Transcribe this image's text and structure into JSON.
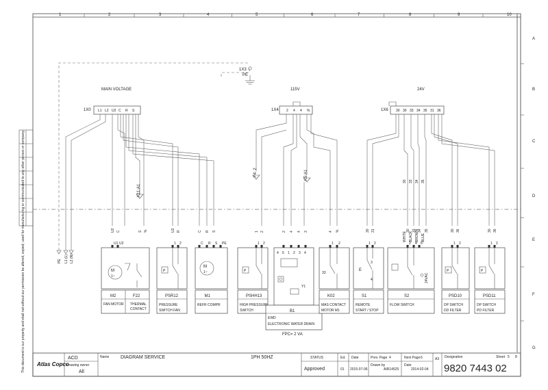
{
  "sheet": {
    "columns": [
      "1",
      "2",
      "3",
      "4",
      "5",
      "6",
      "7",
      "8",
      "9",
      "10"
    ],
    "rows": [
      "A",
      "B",
      "C",
      "D",
      "E",
      "F",
      "G"
    ]
  },
  "sections": {
    "main_voltage": "MAIN VOLTAGE",
    "v115": "115V",
    "v24": "24V"
  },
  "connectors": {
    "x0": {
      "name": "1X0",
      "pins": [
        "L1",
        "L2",
        "U2",
        "C",
        "R",
        "S"
      ]
    },
    "x4": {
      "name": "1X4",
      "pins": [
        "2",
        "4",
        "4",
        "%"
      ]
    },
    "x6": {
      "name": "1X6",
      "pins": [
        "30",
        "30",
        "33",
        "34",
        "35",
        "31",
        "36"
      ]
    },
    "x3": {
      "name": "1X3",
      "sub": "PE"
    }
  },
  "wire_refs": {
    "k11a1": "K11:A1",
    "f42": "F4: 2",
    "k5a1": "K5:A1",
    "flow_pins": [
      "30",
      "33",
      "34",
      "35"
    ]
  },
  "supply_labels": [
    "PE",
    "L1 (L)",
    "L2 (N)"
  ],
  "components": [
    {
      "id": "M2",
      "desc": "FAN MOTOR",
      "wires": [
        "U2",
        "C"
      ],
      "pins": [
        "U1",
        "U2"
      ]
    },
    {
      "id": "F22",
      "desc": "THERMAL\nCONTACT",
      "wires": [
        "S",
        "%"
      ]
    },
    {
      "id": "PSR12",
      "desc": "PRESSURE\nSWITCH FAN",
      "wires": [
        "U2",
        "R"
      ],
      "pins": [
        "1",
        "2"
      ]
    },
    {
      "id": "M1",
      "desc": "REFR COMPR",
      "wires": [
        "C",
        "R",
        "S"
      ],
      "pins": [
        "C",
        "R",
        "S",
        "PE"
      ]
    },
    {
      "id": "PSHH13",
      "desc": "HIGH PRESSURE\nSWITCH",
      "wires": [
        "1",
        "2"
      ],
      "pins": [
        "1",
        "2"
      ]
    },
    {
      "id": "B1",
      "desc": "EWD\nELECTRONIC WATER DRAIN",
      "wires": [
        "2",
        "4",
        "4",
        "3"
      ],
      "pins": [
        "4",
        "6",
        "1",
        "2",
        "3",
        "4"
      ],
      "inner": [
        "Y1"
      ],
      "note": "FPC= 2 VA"
    },
    {
      "id": "K02",
      "desc": "MAS CONTACT\nMOTOR M1",
      "wires": [
        "4",
        "%"
      ],
      "pins": [
        "1",
        "2"
      ],
      "inner": [
        "33"
      ]
    },
    {
      "id": "S1",
      "desc": "REMOTE\nSTART / STOP",
      "wires": [
        "30",
        "31"
      ],
      "pins": [
        "1",
        "2"
      ],
      "inner": [
        "3",
        "4"
      ]
    },
    {
      "id": "S2",
      "desc": "FLOW SWITCH",
      "wires": [
        "30",
        "33",
        "34",
        "35"
      ],
      "pins": [
        "2",
        "4",
        "6"
      ],
      "colors": [
        "WHITE",
        "BLACK",
        "BROWN",
        "BLUE"
      ],
      "inner": [
        "24VAC"
      ]
    },
    {
      "id": "PSD10",
      "desc": "DP SWITCH\nDD FILTER",
      "wires": [
        "30",
        "36"
      ],
      "pins": [
        "1",
        "2"
      ]
    },
    {
      "id": "PSD11",
      "desc": "DP SWITCH\nPD FILTER",
      "wires": [
        "30",
        "36"
      ],
      "pins": [
        "1",
        "2"
      ]
    }
  ],
  "title_block": {
    "logo": "Atlas Copco",
    "acd": "ACD",
    "drawing_owner_label": "Drawing owner",
    "drawing_owner": "All",
    "name_label": "Name",
    "name": "DIAGRAM SERVICE",
    "spec": "1PH 50HZ",
    "status_label": "STATUS",
    "status": "Approved",
    "ed_label": "Ed.",
    "ed": "01",
    "date_label": "Date",
    "date": "2015-07-06",
    "prev_page_label": "Prev. Page",
    "prev_page": "4",
    "next_page_label": "Next Page",
    "next_page": "6",
    "drawn_by_label": "Drawn by",
    "drawn_by": "AIR14525",
    "date2_label": "Date",
    "date2": "2014-02-04",
    "size": "A3",
    "designation_label": "Designation",
    "designation": "9820 7443 02",
    "sheet_label": "Sheet",
    "sheet": "5",
    "sheet_of": "8"
  },
  "side_note": "This document is our property and shall not without our permission be altered, copied, used for manufacturing or communicated to any other person or company."
}
